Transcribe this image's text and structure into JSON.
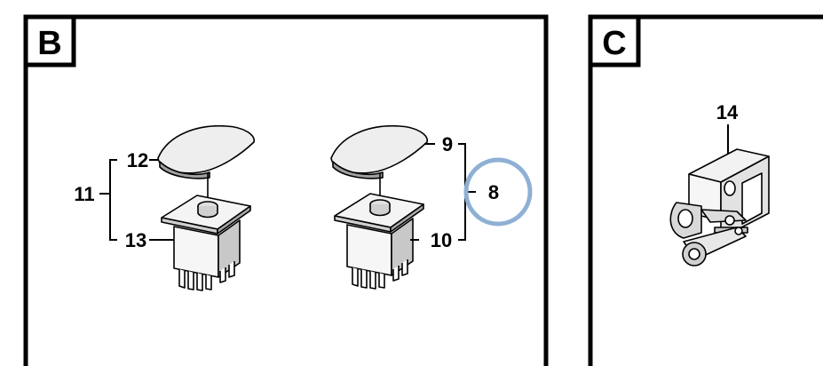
{
  "panels": {
    "b": {
      "letter": "B"
    },
    "c": {
      "letter": "C"
    }
  },
  "callouts": {
    "n8": "8",
    "n9": "9",
    "n10": "10",
    "n11": "11",
    "n12": "12",
    "n13": "13",
    "n14": "14"
  },
  "colors": {
    "highlight_circle": "#8fb0d4",
    "line": "#000000",
    "part_fill_light": "#f2f2f2",
    "part_fill_mid": "#d9d9d9",
    "part_fill_dark": "#9a9a9a"
  }
}
